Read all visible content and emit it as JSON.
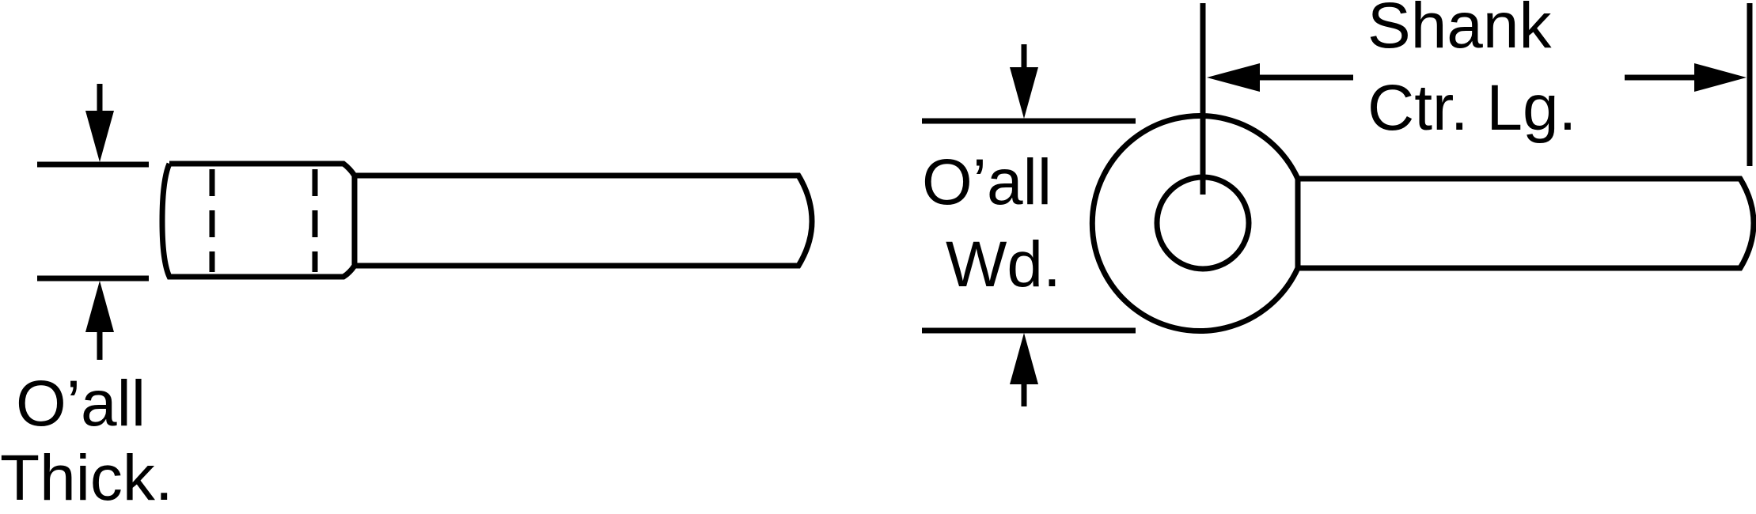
{
  "drawing": {
    "line_color": "#000000",
    "background_color": "#ffffff"
  },
  "labels": {
    "overall_thickness_line1": "O’all",
    "overall_thickness_line2": "Thick.",
    "overall_width_line1": "O’all",
    "overall_width_line2": "Wd.",
    "shank_center_length_line1": "Shank",
    "shank_center_length_line2": "Ctr. Lg."
  }
}
